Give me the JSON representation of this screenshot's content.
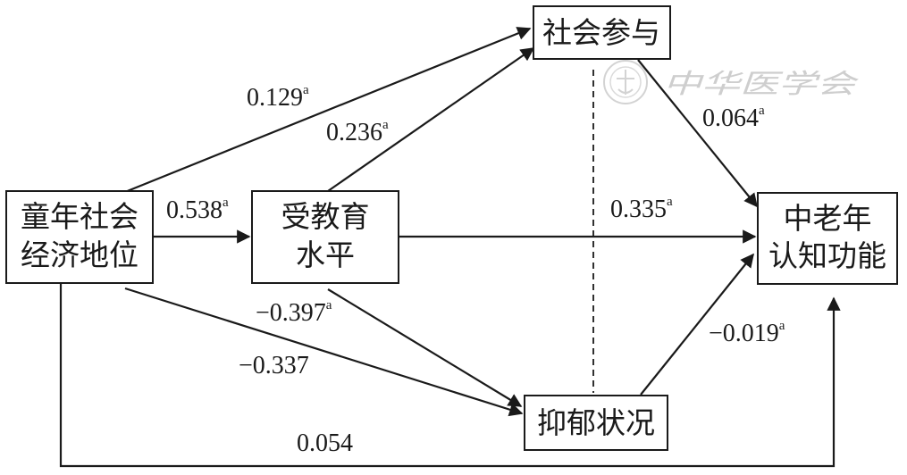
{
  "nodes": {
    "ses": [
      "童年社会",
      "经济地位"
    ],
    "edu": [
      "受教育",
      "水平"
    ],
    "social": [
      "社会参与"
    ],
    "depression": [
      "抑郁状况"
    ],
    "cognition": [
      "中老年",
      "认知功能"
    ]
  },
  "paths": [
    {
      "from": "童年社会经济地位",
      "to": "社会参与",
      "coef": "0.129",
      "sig": "a"
    },
    {
      "from": "受教育水平",
      "to": "社会参与",
      "coef": "0.236",
      "sig": "a"
    },
    {
      "from": "童年社会经济地位",
      "to": "受教育水平",
      "coef": "0.538",
      "sig": "a"
    },
    {
      "from": "社会参与",
      "to": "中老年认知功能",
      "coef": "0.064",
      "sig": "a"
    },
    {
      "from": "受教育水平",
      "to": "中老年认知功能",
      "coef": "0.335",
      "sig": "a"
    },
    {
      "from": "受教育水平",
      "to": "抑郁状况",
      "coef": "−0.397",
      "sig": "a"
    },
    {
      "from": "童年社会经济地位",
      "to": "抑郁状况",
      "coef": "−0.337",
      "sig": ""
    },
    {
      "from": "抑郁状况",
      "to": "中老年认知功能",
      "coef": "−0.019",
      "sig": "a"
    },
    {
      "from": "童年社会经济地位",
      "to": "中老年认知功能",
      "coef": "0.054",
      "sig": ""
    }
  ],
  "watermark": "中华医学会",
  "colors": {
    "line": "#1a1a1a",
    "watermark": "#c9c9c9"
  }
}
